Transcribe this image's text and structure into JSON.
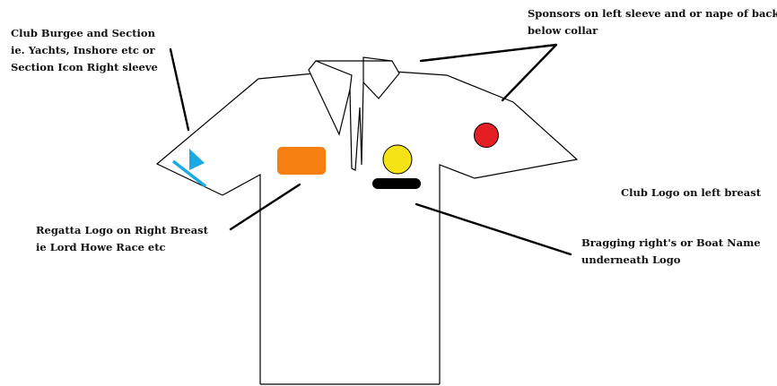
{
  "notes": {
    "burgee": {
      "lines": [
        "Club Burgee and Section",
        "ie. Yachts, Inshore etc or",
        "Section Icon Right sleeve"
      ]
    },
    "sponsors": {
      "lines": [
        "Sponsors on left sleeve and or nape of back",
        "below collar"
      ]
    },
    "club_logo": {
      "lines": [
        "Club Logo on left breast"
      ]
    },
    "regatta": {
      "lines": [
        "Regatta Logo on Right Breast",
        "ie Lord Howe Race etc"
      ]
    },
    "bragging": {
      "lines": [
        "Bragging right's or Boat Name",
        "underneath Logo"
      ]
    }
  },
  "colors": {
    "outline": "#000000",
    "burgee": "#1aa9e0",
    "regatta_logo": "#f57f10",
    "club_logo": "#f5e316",
    "name_bar": "#000000",
    "sponsor_logo": "#e31e24"
  },
  "icons": {
    "burgee": "pennant-flag-icon"
  }
}
